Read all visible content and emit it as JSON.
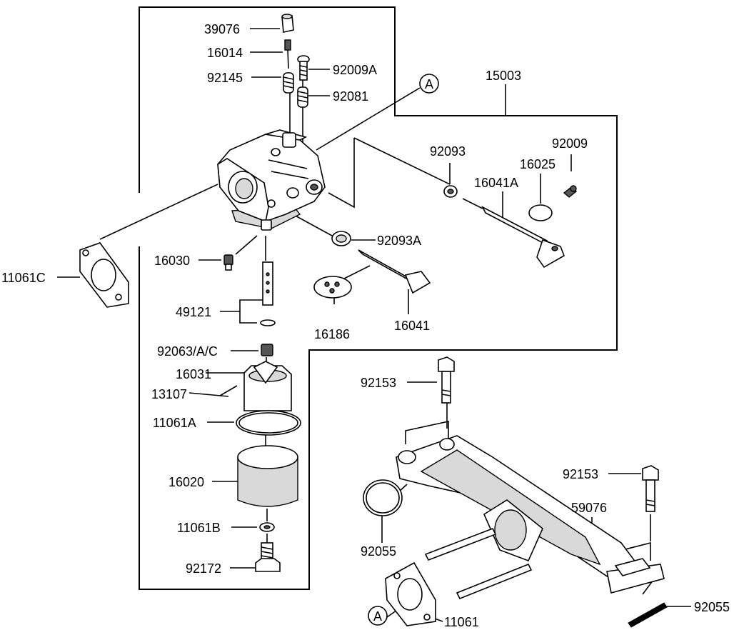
{
  "parts": {
    "p39076": "39076",
    "p16014": "16014",
    "p92009A": "92009A",
    "p92145": "92145",
    "p92081": "92081",
    "pA_top": "A",
    "p15003": "15003",
    "p92093": "92093",
    "p92009": "92009",
    "p16025": "16025",
    "p16041A": "16041A",
    "p11061C": "11061C",
    "p16030": "16030",
    "p92093A": "92093A",
    "p49121": "49121",
    "p16186": "16186",
    "p16041": "16041",
    "p92063": "92063/A/C",
    "p16031": "16031",
    "p13107": "13107",
    "p11061A": "11061A",
    "p92153_a": "92153",
    "p16020": "16020",
    "p92153_b": "92153",
    "p59076": "59076",
    "p11061B": "11061B",
    "p92055_a": "92055",
    "p92172": "92172",
    "pA_bottom": "A",
    "p11061": "11061",
    "p92055_b": "92055"
  }
}
